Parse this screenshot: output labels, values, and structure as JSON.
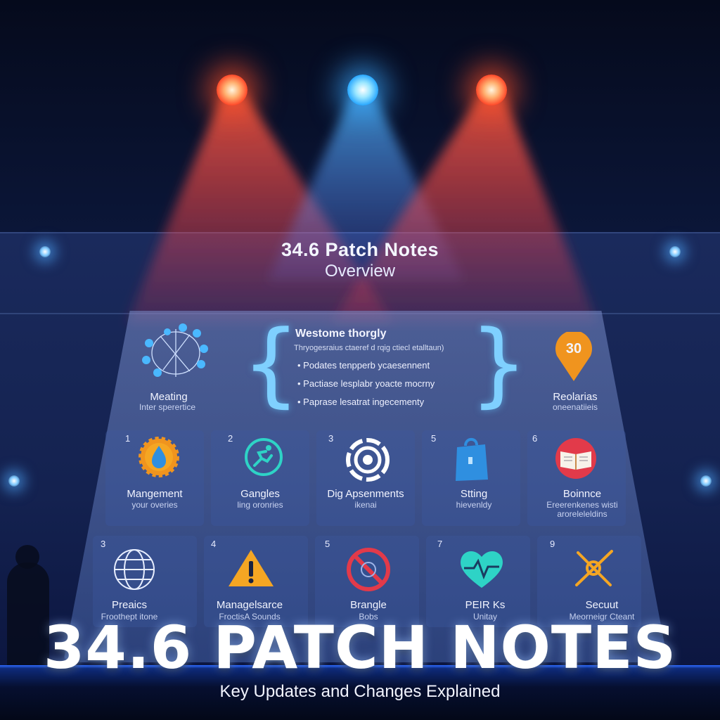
{
  "overview": {
    "title": "34.6 Patch Notes",
    "subtitle": "Overview"
  },
  "welcome": {
    "title": "Westome thorgly",
    "subtitle": "Thryogesraius ctaeref d rqig ctiecl etalltaun)",
    "bullets": [
      "• Podates tenpperb ycaesennent",
      "• Pactiase lesplabr yoacte mocrny",
      "• Paprase lesatrat ingecementy"
    ]
  },
  "top_left": {
    "label": "Meating",
    "sub": "Inter sperertice"
  },
  "top_right": {
    "label": "Reolarias",
    "sub": "oneenatiieis",
    "badge": "30"
  },
  "tiles_row1": [
    {
      "num": "1",
      "icon": "gear-drop-icon",
      "label": "Mangement",
      "sub": "your overies"
    },
    {
      "num": "2",
      "icon": "runner-icon",
      "label": "Gangles",
      "sub": "ling oronries"
    },
    {
      "num": "3",
      "icon": "target-icon",
      "label": "Dig Apsenments",
      "sub": "ikenai"
    },
    {
      "num": "5",
      "icon": "shopping-bag-icon",
      "label": "Stting",
      "sub": "hievenldy"
    },
    {
      "num": "6",
      "icon": "book-icon",
      "label": "Boinnce",
      "sub": "Ereerenkenes wisti",
      "sub2": "aroreleleldins"
    }
  ],
  "tiles_row2": [
    {
      "num": "3",
      "icon": "globe-icon",
      "label": "Preaics",
      "sub": "Froothept itone"
    },
    {
      "num": "4",
      "icon": "warning-icon",
      "label": "Managelsarce",
      "sub": "FroctisA Sounds"
    },
    {
      "num": "5",
      "icon": "no-entry-icon",
      "label": "Brangle",
      "sub": "Bobs"
    },
    {
      "num": "7",
      "icon": "heart-pulse-icon",
      "label": "PEIR Ks",
      "sub": "Unitay"
    },
    {
      "num": "9",
      "icon": "crossed-tools-icon",
      "label": "Secuut",
      "sub": "Meorneigr Cteant"
    }
  ],
  "headline": "34.6 PATCH NOTES",
  "tagline": "Key Updates and Changes Explained",
  "colors": {
    "red_light": "#ff4a2a",
    "blue_light": "#2aa8ff",
    "accent": "#7fd0ff",
    "orange": "#f0941e"
  }
}
